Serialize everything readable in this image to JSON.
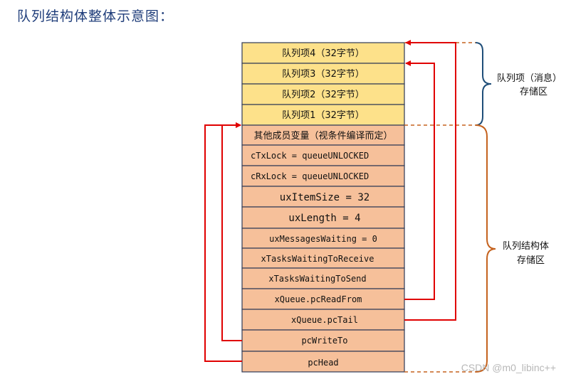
{
  "title": "队列结构体整体示意图：",
  "colors": {
    "item_fill": "#fde18a",
    "struct_fill": "#f6c09a",
    "border": "#2f3a56",
    "arrow": "#e00000",
    "msg_brace": "#1f4e79",
    "struct_brace": "#c5621e"
  },
  "message_items": [
    "队列项4（32字节）",
    "队列项3（32字节）",
    "队列项2（32字节）",
    "队列项1（32字节）"
  ],
  "struct_rows": [
    "其他成员变量（视条件编译而定）",
    "cTxLock = queueUNLOCKED",
    "cRxLock = queueUNLOCKED",
    "uxItemSize = 32",
    "uxLength = 4",
    "uxMessagesWaiting = 0",
    "xTasksWaitingToReceive",
    "xTasksWaitingToSend",
    "xQueue.pcReadFrom",
    "xQueue.pcTail",
    "pcWriteTo",
    "pcHead"
  ],
  "brace_labels": {
    "message_line1": "队列项（消息）",
    "message_line2": "存储区",
    "struct_line1": "队列结构体",
    "struct_line2": "存储区"
  },
  "watermark": "CSDN @m0_libinc++"
}
